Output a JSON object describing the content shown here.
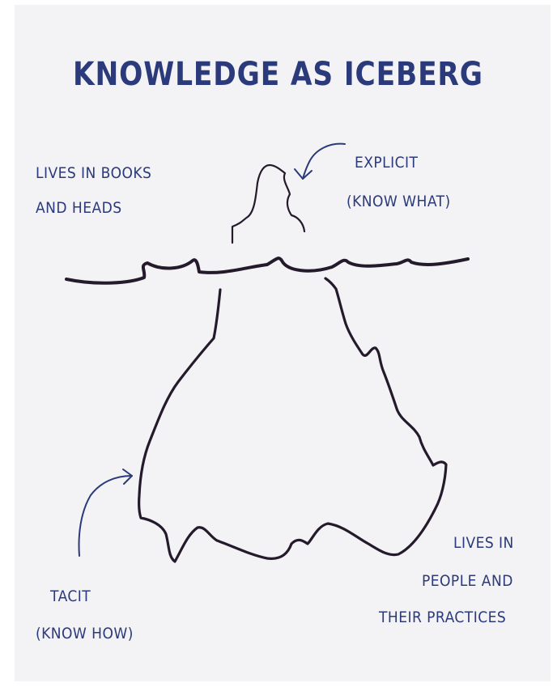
{
  "title": "KNOWLEDGE AS ICEBERG",
  "labels": {
    "explicit_source": [
      "LIVES IN BOOKS",
      "AND HEADS"
    ],
    "explicit": [
      "EXPLICIT",
      "(KNOW WHAT)"
    ],
    "tacit_source": [
      "LIVES IN",
      "PEOPLE AND",
      "THEIR PRACTICES"
    ],
    "tacit": [
      "TACIT",
      "(KNOW HOW)"
    ]
  },
  "colors": {
    "paper": "#f3f2f4",
    "text_ink": "#2b3a7a",
    "drawing_ink": "#241a2c"
  }
}
